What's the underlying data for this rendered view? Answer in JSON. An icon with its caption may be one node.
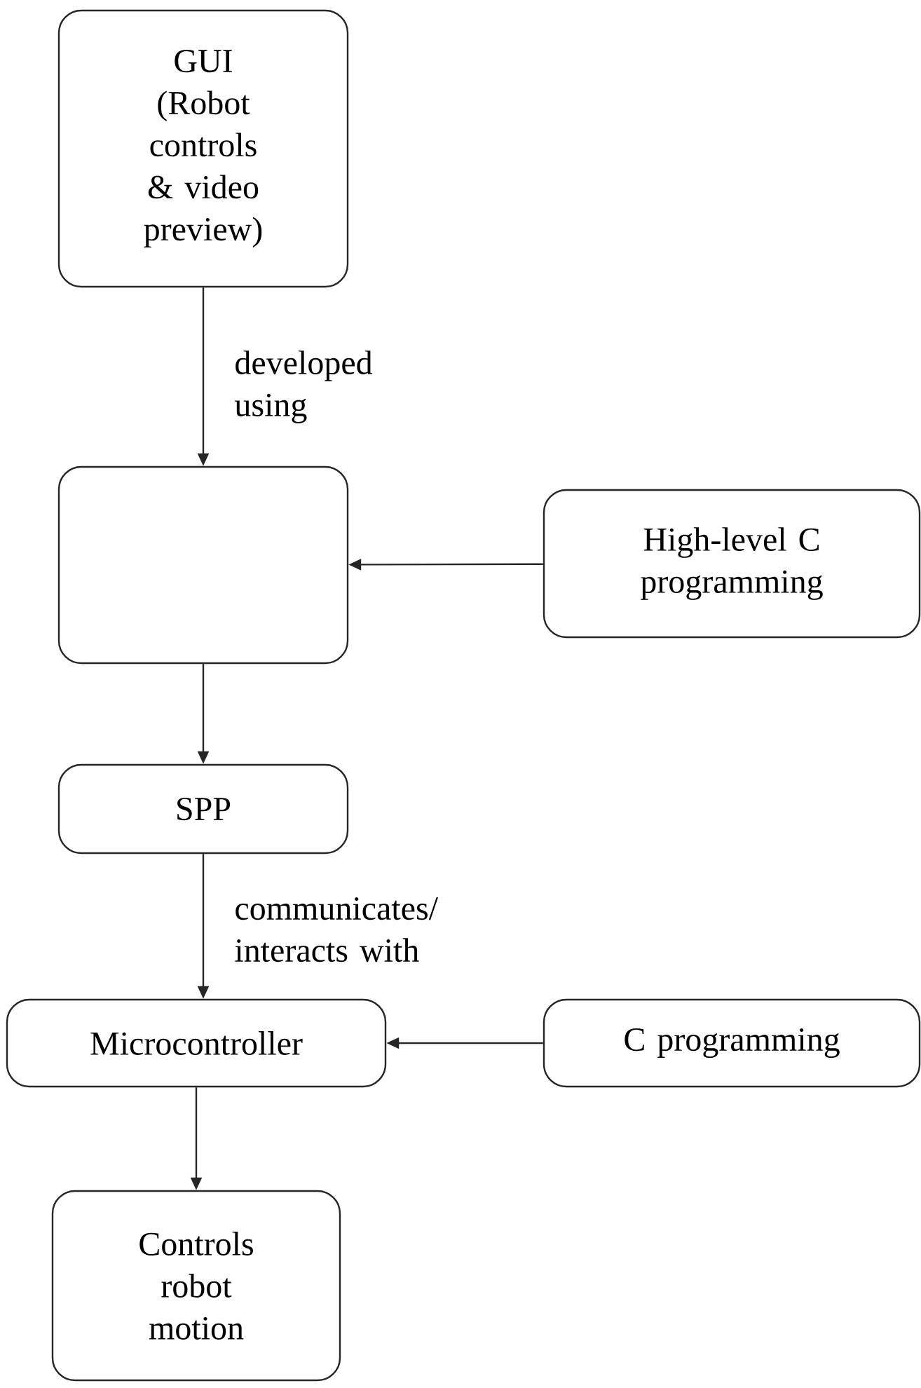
{
  "diagram": {
    "nodes": [
      {
        "text": [
          "GUI (Robot controls & video preview)"
        ]
      },
      {
        "text": [],
        "shape": "box"
      },
      {
        "text": [
          "High-level C programming"
        ]
      },
      {
        "text": [
          "SPP"
        ]
      },
      {
        "text": [
          "Microcontroller"
        ]
      },
      {
        "text": [
          "C programming"
        ]
      },
      {
        "text": [
          "Controls robot motion"
        ]
      }
    ],
    "edges": [
      {
        "from": 0,
        "to": 1,
        "arrow": "to",
        "label": "developed using"
      },
      {
        "from": 2,
        "to": 1,
        "arrow": "to"
      },
      {
        "from": 1,
        "to": 3,
        "arrow": "to"
      },
      {
        "from": 3,
        "to": 4,
        "arrow": "to",
        "label": "communicates/ interacts with"
      },
      {
        "from": 5,
        "to": 4,
        "arrow": "to"
      },
      {
        "from": 4,
        "to": 6,
        "arrow": "to"
      }
    ]
  }
}
